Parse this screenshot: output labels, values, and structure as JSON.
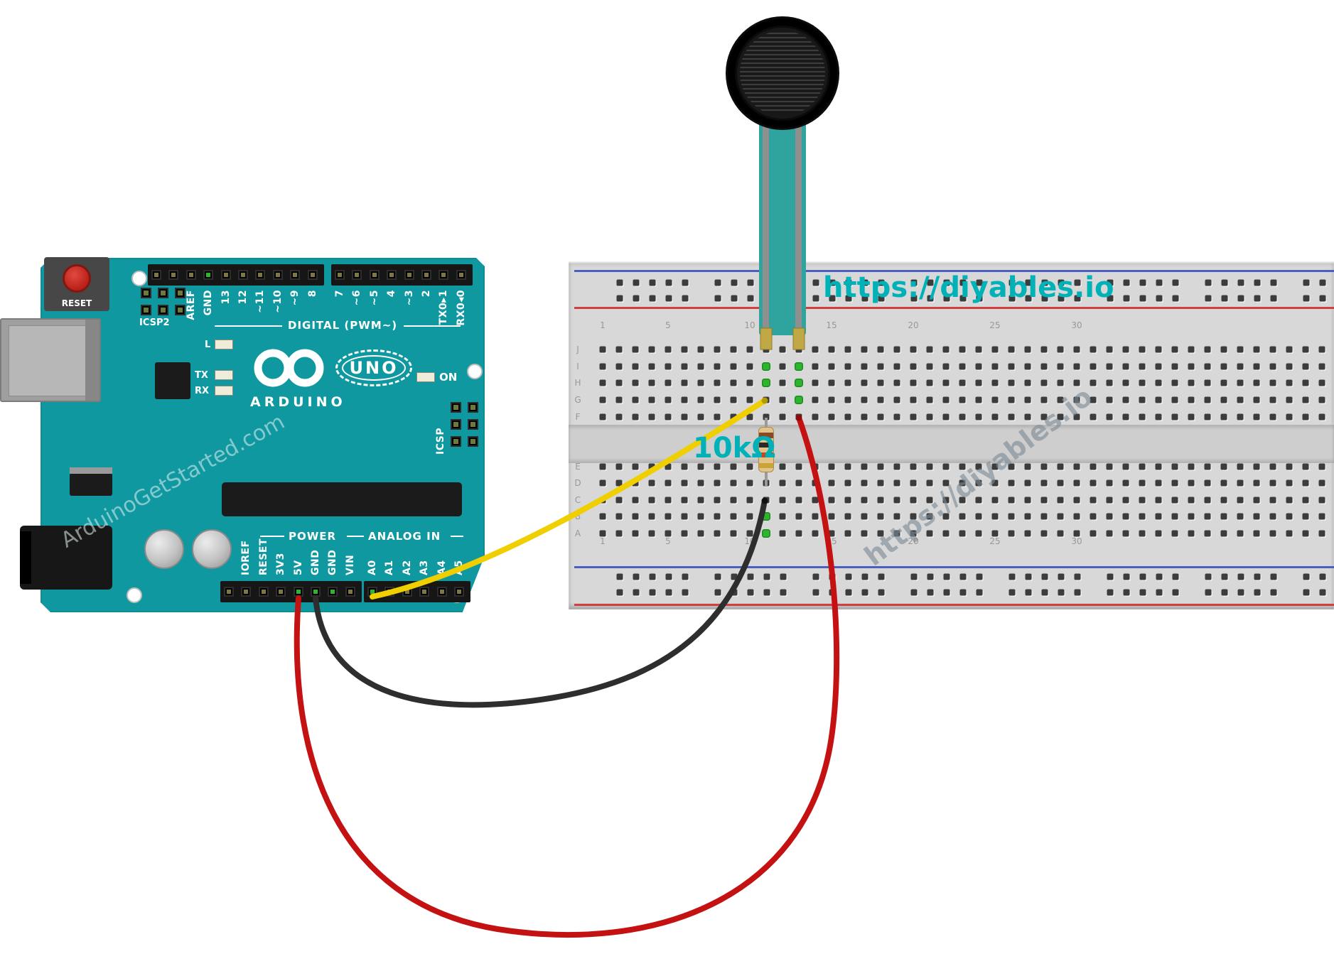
{
  "colors": {
    "arduino_board": "#0f98a0",
    "breadboard_body": "#d8d8d8",
    "accent_teal": "#00b2b8",
    "fsr_ribbon": "#2fa39d",
    "fsr_trace": "#8f8f8f",
    "fsr_pad": "#c0a945",
    "hole_green": "#2fb42f"
  },
  "arduino": {
    "reset_label": "RESET",
    "icsp2_label": "ICSP2",
    "icsp_label": "ICSP",
    "digital_label": "DIGITAL (PWM~)",
    "brand": "ARDUINO",
    "model": "UNO",
    "led_labels": {
      "l": "L",
      "tx": "TX",
      "rx": "RX",
      "on": "ON"
    },
    "top_pins_left": [
      "",
      "",
      "AREF",
      "GND",
      "13",
      "12",
      "~11",
      "~10",
      "~9",
      "8"
    ],
    "top_pins_right": [
      "7",
      "~6",
      "~5",
      "4",
      "~3",
      "2",
      "TX0▸1",
      "RX0◂0"
    ],
    "power_label": "POWER",
    "analog_label": "ANALOG IN",
    "power_pins": [
      "",
      "IOREF",
      "RESET",
      "3V3",
      "5V",
      "GND",
      "GND",
      "VIN"
    ],
    "analog_pins": [
      "A0",
      "A1",
      "A2",
      "A3",
      "A4",
      "A5"
    ],
    "watermark": "ArduinoGetStarted.com"
  },
  "breadboard": {
    "column_numbers": [
      "1",
      "5",
      "10",
      "15",
      "20",
      "25",
      "30"
    ],
    "number_cols": [
      1,
      5,
      10,
      15,
      20,
      25,
      30
    ],
    "row_letters_top": [
      "J",
      "I",
      "H",
      "G",
      "F"
    ],
    "row_letters_bottom": [
      "E",
      "D",
      "C",
      "B",
      "A"
    ],
    "green_holes": [
      {
        "col": 11,
        "row": "I"
      },
      {
        "col": 11,
        "row": "H"
      },
      {
        "col": 13,
        "row": "I"
      },
      {
        "col": 13,
        "row": "H"
      },
      {
        "col": 13,
        "row": "G"
      },
      {
        "col": 11,
        "row": "B"
      },
      {
        "col": 11,
        "row": "A"
      }
    ],
    "watermark": "https://diyables.io"
  },
  "resistor": {
    "body_color": "#e2c389",
    "band_colors": [
      "#8a4a2a",
      "#2a2a2a",
      "#cc4422",
      "#c9a43a"
    ],
    "lead_color": "#9a9a9a"
  },
  "wires": [
    {
      "id": "signal",
      "color": "#f0cf00",
      "tip": "#b39a00",
      "from": "A0",
      "to": "breadboard column 11"
    },
    {
      "id": "ground",
      "color": "#2e2e2e",
      "tip": "#111111",
      "from": "GND",
      "to": "breadboard column 11"
    },
    {
      "id": "power",
      "color": "#c41111",
      "tip": "#8d0d0d",
      "from": "5V",
      "to": "breadboard column 13"
    }
  ],
  "annotations": {
    "site_url": "https://diyables.io",
    "resistor_value": "10kΩ"
  }
}
